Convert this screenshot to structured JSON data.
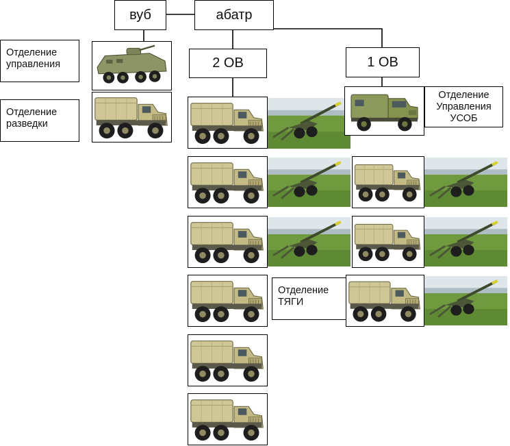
{
  "nodes": {
    "vub": "вуб",
    "abatr": "абатр",
    "ov2": "2 ОВ",
    "ov1": "1 ОВ",
    "control": "Отделение управления",
    "recon": "Отделение разведки",
    "usob": "Отделение Управления УСОБ",
    "traction": "Отделение ТЯГИ"
  },
  "icons": {
    "truck": "ural-truck-icon",
    "gun": "howitzer-icon",
    "apc": "btr-apc-icon",
    "van": "gaz-van-icon"
  },
  "colors": {
    "truck_body": "#c8bf8c",
    "tyre": "#1e1e1e",
    "grass": "#6f9a3e",
    "sky": "#dfe6ea",
    "apc": "#8d9466"
  }
}
